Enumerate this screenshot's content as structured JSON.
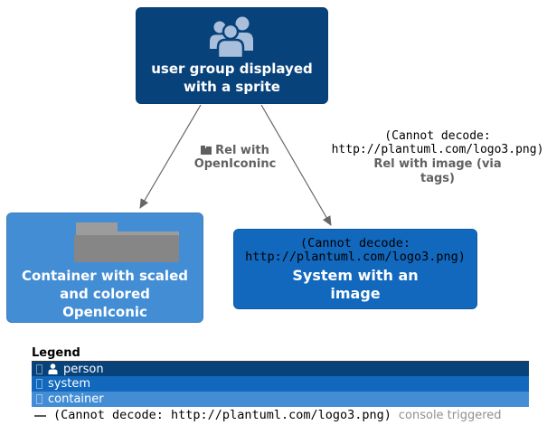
{
  "diagram": {
    "person_box": {
      "line1": "user group displayed",
      "line2": "with a sprite"
    },
    "container_box": {
      "line1": "Container with scaled",
      "line2": "and colored",
      "line3": "OpenIconic"
    },
    "system_box": {
      "err1": "(Cannot decode:",
      "err2": "http://plantuml.com/logo3.png)",
      "line1": "System with an",
      "line2": "image"
    },
    "edge_left": {
      "line1": "Rel with",
      "line2": "OpenIconinc"
    },
    "edge_right": {
      "err1": "(Cannot decode:",
      "err2": "http://plantuml.com/logo3.png)",
      "line1": "Rel with image (via",
      "line2": "tags)"
    }
  },
  "legend": {
    "title": "Legend",
    "rows": [
      {
        "label": "person",
        "color": "#08427B"
      },
      {
        "label": "system",
        "color": "#1168BD"
      },
      {
        "label": "container",
        "color": "#438DD5"
      }
    ],
    "footer": {
      "error": "(Cannot decode: http://plantuml.com/logo3.png)",
      "note": "console triggered"
    }
  },
  "colors": {
    "person": "#08427B",
    "system": "#1168BD",
    "container": "#438DD5",
    "edge": "#666666"
  }
}
